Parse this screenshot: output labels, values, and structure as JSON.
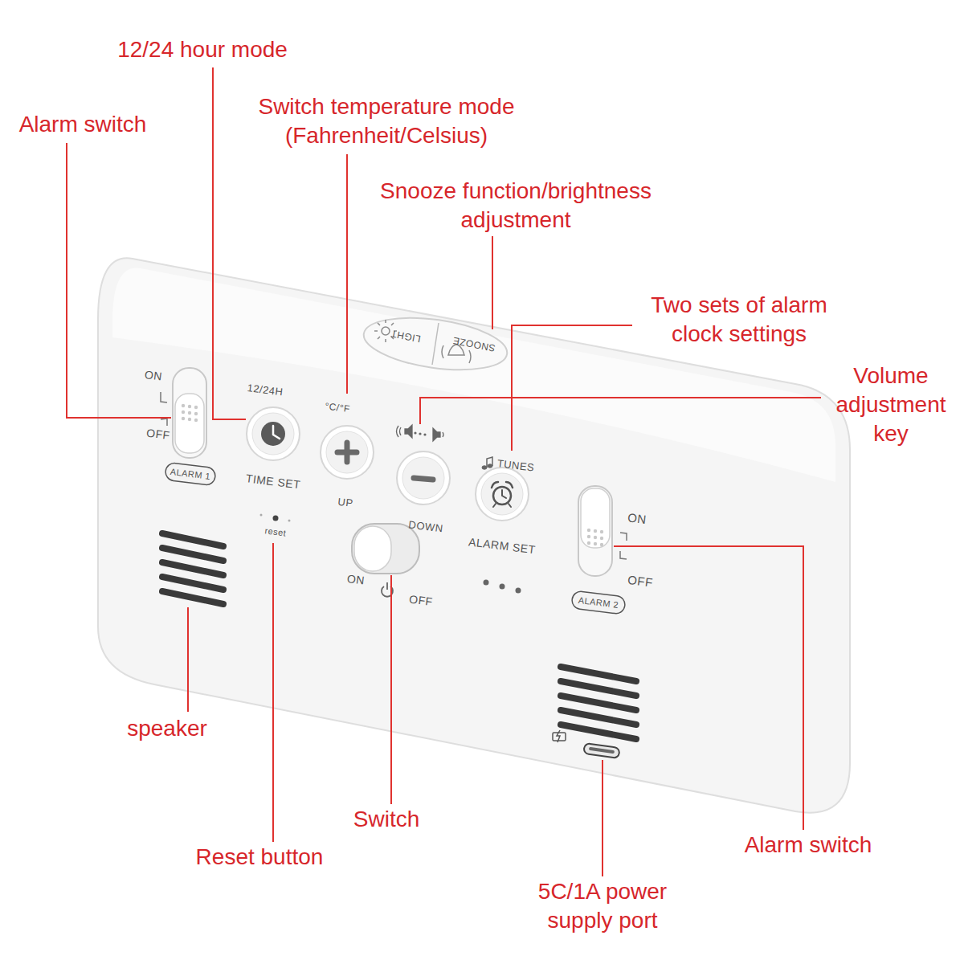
{
  "diagram": {
    "labels": [
      "12/24 hour mode",
      "Alarm switch",
      "Switch temperature mode (Fahrenheit/Celsius)",
      "Snooze function/brightness adjustment",
      "Two sets of alarm clock settings",
      "Volume adjustment key",
      "LIGHT",
      "SNOOZE",
      "ON",
      "OFF",
      "ALARM 1",
      "12/24H",
      "TIME SET",
      "°C/°F",
      "UP",
      "DOWN",
      "TUNES",
      "ALARM SET",
      "ON",
      "OFF",
      "ALARM 2",
      "reset",
      "ON",
      "OFF",
      "speaker",
      "Reset button",
      "Switch",
      "5C/1A power supply port",
      "Alarm switch"
    ]
  }
}
